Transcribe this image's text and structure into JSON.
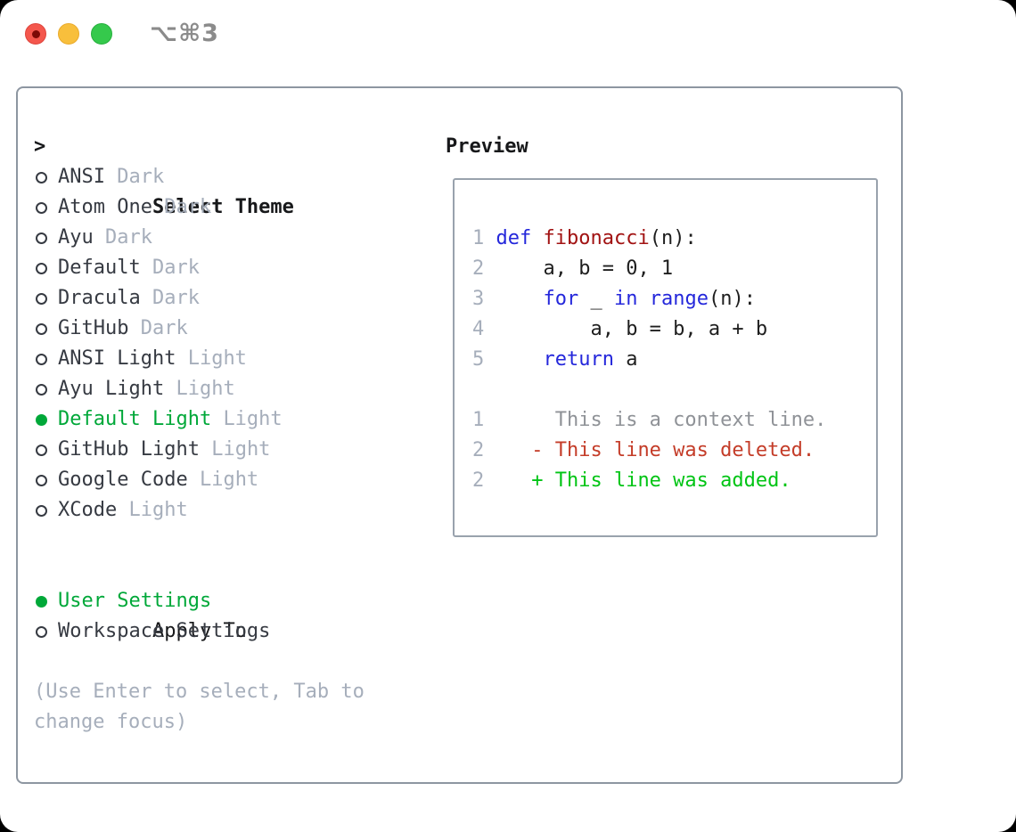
{
  "window": {
    "title_shortcut": "⌥⌘3"
  },
  "theme_selector": {
    "cursor": ">",
    "header": "Select Theme",
    "items": [
      {
        "name": "ANSI",
        "variant": "Dark",
        "selected": false
      },
      {
        "name": "Atom One",
        "variant": "Dark",
        "selected": false
      },
      {
        "name": "Ayu",
        "variant": "Dark",
        "selected": false
      },
      {
        "name": "Default",
        "variant": "Dark",
        "selected": false
      },
      {
        "name": "Dracula",
        "variant": "Dark",
        "selected": false
      },
      {
        "name": "GitHub",
        "variant": "Dark",
        "selected": false
      },
      {
        "name": "ANSI Light",
        "variant": "Light",
        "selected": false
      },
      {
        "name": "Ayu Light",
        "variant": "Light",
        "selected": false
      },
      {
        "name": "Default Light",
        "variant": "Light",
        "selected": true
      },
      {
        "name": "GitHub Light",
        "variant": "Light",
        "selected": false
      },
      {
        "name": "Google Code",
        "variant": "Light",
        "selected": false
      },
      {
        "name": "XCode",
        "variant": "Light",
        "selected": false
      }
    ]
  },
  "apply_to": {
    "header": "Apply To",
    "options": [
      {
        "label": "User Settings",
        "selected": true
      },
      {
        "label": "Workspace Settings",
        "selected": false
      }
    ]
  },
  "hint": "(Use Enter to select, Tab to change focus)",
  "preview": {
    "header": "Preview",
    "lines": [
      {
        "num": "1",
        "tokens": [
          [
            "def ",
            "kw"
          ],
          [
            "fibonacci",
            "fn"
          ],
          [
            "(n):",
            "pl"
          ]
        ]
      },
      {
        "num": "2",
        "tokens": [
          [
            "    a, b = 0, 1",
            "pl"
          ]
        ]
      },
      {
        "num": "3",
        "tokens": [
          [
            "    ",
            "pl"
          ],
          [
            "for",
            "kw"
          ],
          [
            " _ ",
            "pl"
          ],
          [
            "in",
            "kw"
          ],
          [
            " ",
            "pl"
          ],
          [
            "range",
            "kw"
          ],
          [
            "(n):",
            "pl"
          ]
        ]
      },
      {
        "num": "4",
        "tokens": [
          [
            "        a, b = b, a + b",
            "pl"
          ]
        ]
      },
      {
        "num": "5",
        "tokens": [
          [
            "    ",
            "pl"
          ],
          [
            "return",
            "kw"
          ],
          [
            " a",
            "pl"
          ]
        ]
      },
      {
        "num": "",
        "tokens": []
      },
      {
        "num": "1",
        "tokens": [
          [
            "     This is a context line.",
            "ctx"
          ]
        ]
      },
      {
        "num": "2",
        "tokens": [
          [
            "   - This line was deleted.",
            "del"
          ]
        ]
      },
      {
        "num": "2",
        "tokens": [
          [
            "   + This line was added.",
            "add"
          ]
        ]
      }
    ]
  },
  "colors": {
    "selected_green": "#00a839",
    "added_green": "#00c414",
    "deleted_red": "#c43c28",
    "keyword_blue": "#2427db",
    "function_red": "#a11212",
    "muted_gray": "#a6aebb",
    "context_gray": "#8f9297",
    "panel_border": "#8d96a1",
    "traffic_red": "#f4574d",
    "traffic_yellow": "#f8bf3c",
    "traffic_green": "#35c94c"
  }
}
